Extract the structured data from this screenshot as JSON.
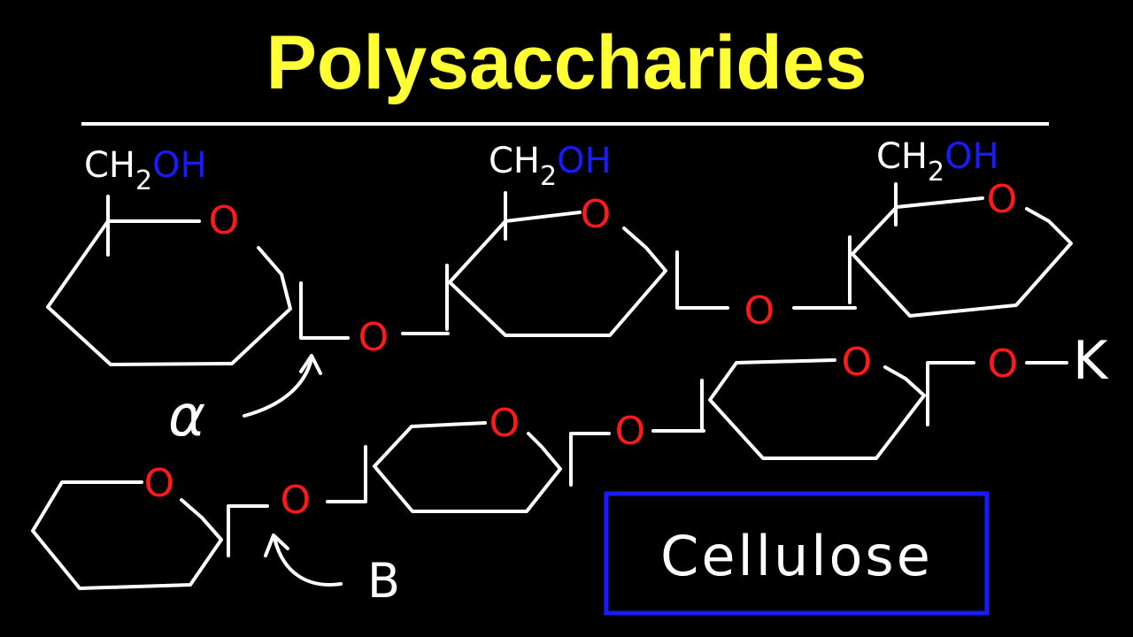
{
  "title": "Polysaccharides",
  "box_label": "Cellulose",
  "labels": {
    "ch2": "CH",
    "sub2": "2",
    "oh": "OH",
    "ring_oxygen": "O",
    "bridge_oxygen": "O",
    "alpha": "α",
    "beta": "B",
    "end_k": "K"
  },
  "colors": {
    "background": "#000000",
    "title": "#ffff33",
    "bonds": "#ffffff",
    "oxygen": "#ff1a1a",
    "hydroxyl": "#1a1aff",
    "box": "#1a1aff"
  }
}
